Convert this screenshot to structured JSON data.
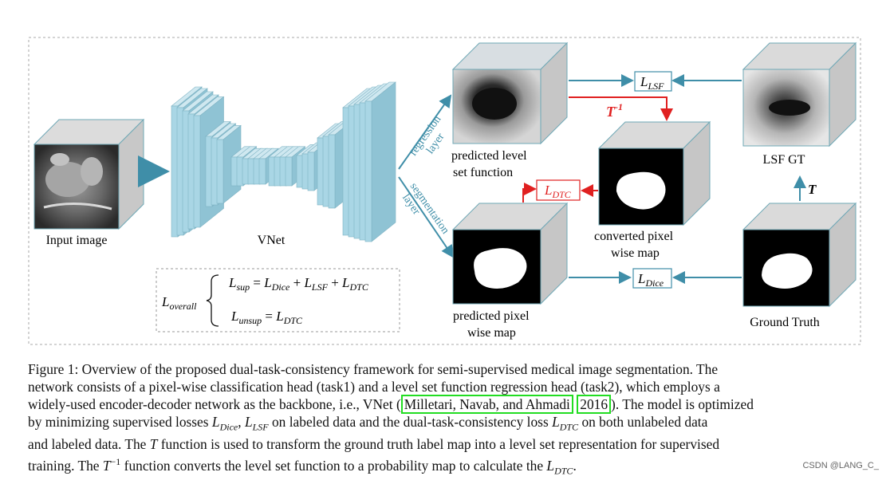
{
  "figure": {
    "input_label": "Input image",
    "backbone_label": "VNet",
    "regression_branch": [
      "regression",
      "layer"
    ],
    "segmentation_branch": [
      "segmentation",
      "layer"
    ],
    "pred_lsf_label": [
      "predicted level",
      "set function"
    ],
    "converted_label": [
      "converted pixel",
      "wise map"
    ],
    "pred_pixel_label": [
      "predicted pixel",
      "wise map"
    ],
    "lsf_gt_label": "LSF GT",
    "ground_truth_label": "Ground Truth",
    "loss_lsf": {
      "main": "L",
      "sub": "LSF"
    },
    "loss_dtc": {
      "main": "L",
      "sub": "DTC"
    },
    "loss_dice": {
      "main": "L",
      "sub": "Dice"
    },
    "t_inverse": {
      "main": "T",
      "sup": "-1"
    },
    "t_label": "T",
    "overall": {
      "main": "L",
      "sub": "overall"
    },
    "sup_eq": {
      "lhs": "L",
      "lhs_sub": "sup",
      "t1": "L",
      "t1_sub": "Dice",
      "t2": "L",
      "t2_sub": "LSF",
      "t3": "L",
      "t3_sub": "DTC"
    },
    "unsup_eq": {
      "lhs": "L",
      "lhs_sub": "unsup",
      "rhs": "L",
      "rhs_sub": "DTC"
    },
    "colors": {
      "teal_arrow": "#3f8ea8",
      "red": "#e02020",
      "net_blue": "#a9d6e5",
      "cube_side": "#c8c8c8"
    }
  },
  "caption": {
    "l1": "Figure 1: Overview of the proposed dual-task-consistency framework for semi-supervised medical image segmentation. The",
    "l2": "network consists of a pixel-wise classification head (task1) and a level set function regression head (task2), which employs a",
    "l3a": "widely-used encoder-decoder network as the backbone, i.e., VNet (",
    "l3cite1": "Milletari, Navab, and Ahmadi",
    "l3mid": " ",
    "l3cite2": "2016",
    "l3b": "). The model is optimized",
    "l4a": "by minimizing supervised losses ",
    "l4m1": "L",
    "l4m1s": "Dice",
    "l4b": ", ",
    "l4m2": "L",
    "l4m2s": "LSF",
    "l4c": " on labeled data and the dual-task-consistency loss ",
    "l4m3": "L",
    "l4m3s": "DTC",
    "l4d": " on both unlabeled data",
    "l5a": "and labeled data. The ",
    "l5m": "T",
    "l5b": " function is used to transform the ground truth label map into a level set representation for supervised",
    "l6a": "training. The ",
    "l6m": "T",
    "l6sup": "−1",
    "l6b": " function converts the level set function to a probability map to calculate the ",
    "l6m2": "L",
    "l6m2s": "DTC",
    "l6c": "."
  },
  "watermark": "CSDN @LANG_C_"
}
